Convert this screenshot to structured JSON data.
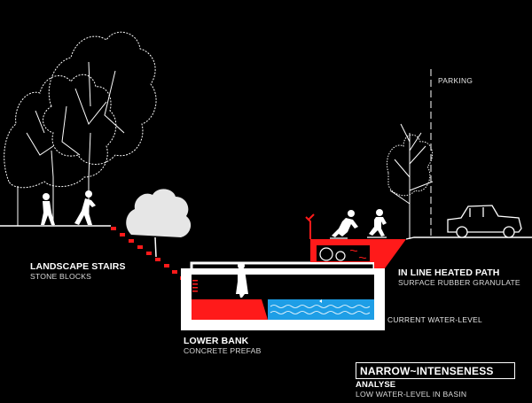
{
  "labels": {
    "parking": "PARKING",
    "landscape_stairs": "LANDSCAPE STAIRS",
    "stone_blocks": "STONE BLOCKS",
    "in_line_heated_path": "IN LINE HEATED PATH",
    "surface_rubber_granulate": "SURFACE RUBBER GRANULATE",
    "current_water_level": "CURRENT WATER-LEVEL",
    "lower_bank": "LOWER BANK",
    "concrete_prefab": "CONCRETE PREFAB"
  },
  "title": {
    "main": "NARROW~INTENSENESS",
    "analyse": "ANALYSE",
    "low_water": "LOW WATER-LEVEL IN BASIN"
  },
  "colors": {
    "background": "#000000",
    "line": "#ffffff",
    "accent_red": "#ff1a1a",
    "water_blue": "#1e9ee6"
  }
}
